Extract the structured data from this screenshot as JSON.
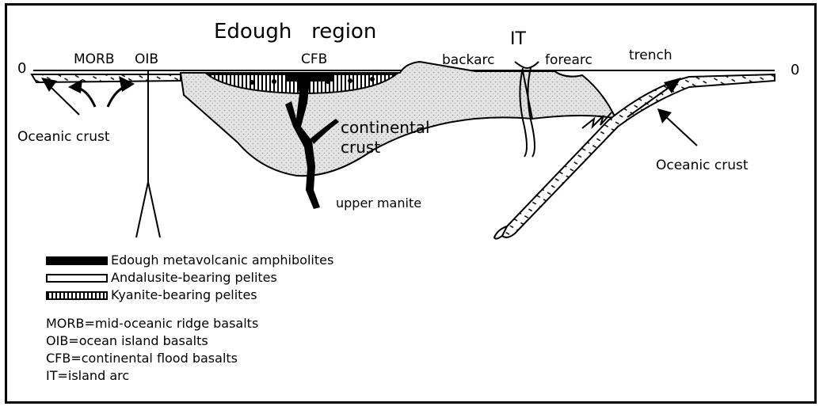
{
  "title": "Edough   region",
  "labels": {
    "zero_left": "0",
    "zero_right": "0",
    "morb": "MORB",
    "oib": "OIB",
    "cfb": "CFB",
    "it": "IT",
    "backarc": "backarc",
    "forearc": "forearc",
    "trench": "trench",
    "oceanic_crust_left": "Oceanic crust",
    "oceanic_crust_right": "Oceanic crust",
    "continental_1": "continental",
    "continental_2": "crust",
    "upper_mantle": "upper manite"
  },
  "legend": [
    {
      "pattern": "solid",
      "label": "Edough metavolcanic amphibolites"
    },
    {
      "pattern": "empty",
      "label": "Andalusite-bearing pelites"
    },
    {
      "pattern": "vertical-lines",
      "label": "Kyanite-bearing pelites"
    }
  ],
  "abbreviations": [
    "MORB=mid-oceanic ridge basalts",
    "OIB=ocean island basalts",
    "CFB=continental flood basalts",
    "IT=island arc"
  ],
  "colors": {
    "ink": "#000000",
    "stipple": "#d8d8d8",
    "background": "#ffffff"
  }
}
